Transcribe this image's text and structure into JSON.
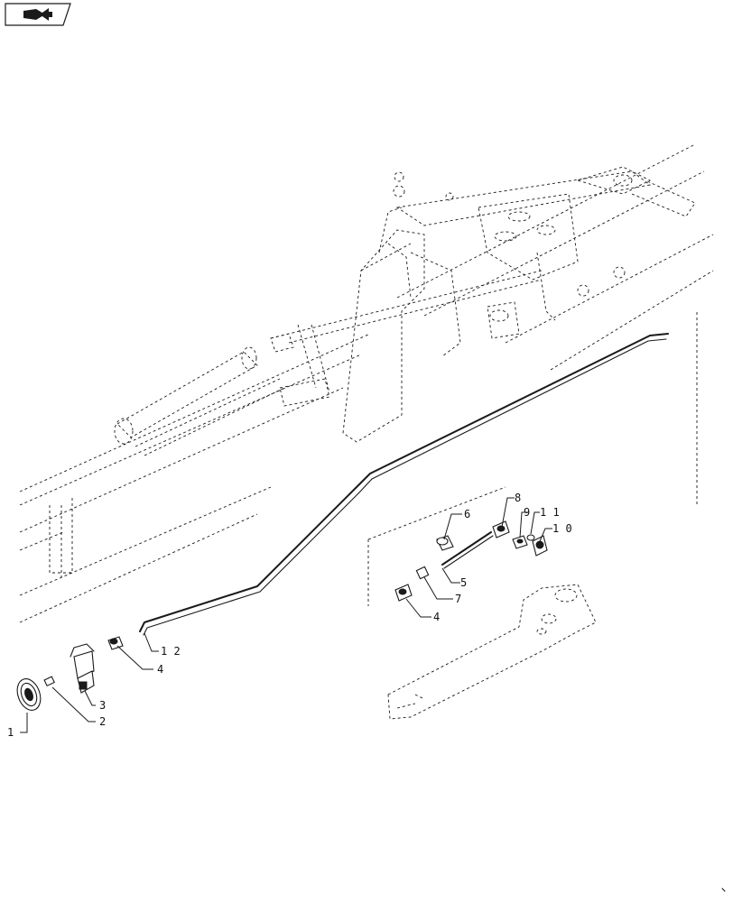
{
  "nav": {
    "icon": "book-arrow-icon"
  },
  "callouts": [
    {
      "id": "c1",
      "text": "1"
    },
    {
      "id": "c2",
      "text": "2"
    },
    {
      "id": "c3",
      "text": "3"
    },
    {
      "id": "c4a",
      "text": "4"
    },
    {
      "id": "c12",
      "text": "1 2"
    },
    {
      "id": "c4b",
      "text": "4"
    },
    {
      "id": "c5",
      "text": "5"
    },
    {
      "id": "c6",
      "text": "6"
    },
    {
      "id": "c7",
      "text": "7"
    },
    {
      "id": "c8",
      "text": "8"
    },
    {
      "id": "c9",
      "text": "9"
    },
    {
      "id": "c10",
      "text": "1 0"
    },
    {
      "id": "c11",
      "text": "1 1"
    }
  ]
}
